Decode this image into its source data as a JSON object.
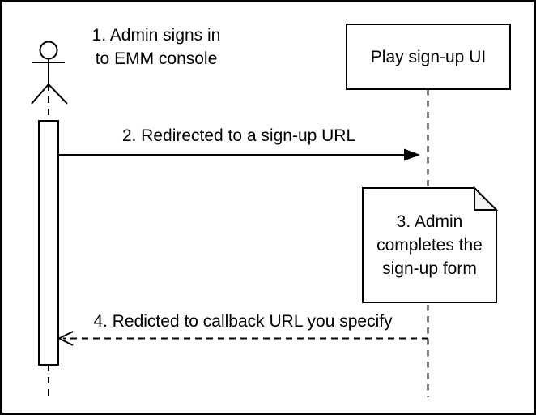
{
  "diagram": {
    "type": "sequence-diagram",
    "colors": {
      "stroke": "#000000",
      "background": "#ffffff",
      "shape_fill": "#ffffff",
      "note_fold_fill": "#f2f2f2"
    },
    "actor": {
      "label_lines": [
        "1. Admin signs in",
        "to EMM console"
      ]
    },
    "participant": {
      "label": "Play sign-up UI"
    },
    "messages": [
      {
        "label": "2. Redirected to a sign-up URL",
        "line_style": "solid",
        "arrowhead": "filled",
        "direction": "left-to-right"
      },
      {
        "label": "4. Redicted to callback URL you specify",
        "line_style": "dashed",
        "arrowhead": "open",
        "direction": "right-to-left"
      }
    ],
    "note": {
      "label_lines": [
        "3. Admin",
        "completes the",
        "sign-up form"
      ]
    }
  }
}
